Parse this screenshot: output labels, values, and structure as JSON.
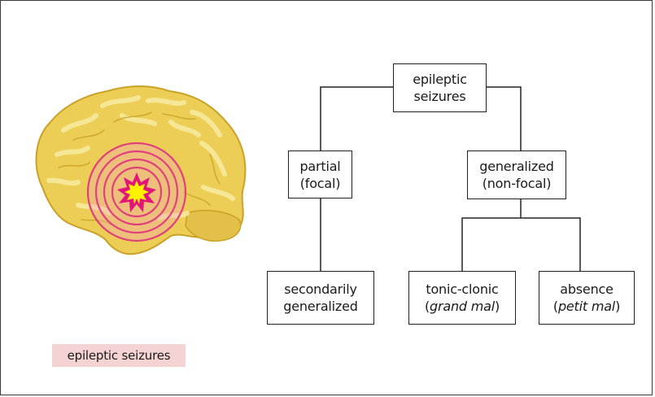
{
  "nodes": {
    "root": {
      "line1": "epileptic",
      "line2": "seizures"
    },
    "partial": {
      "line1": "partial",
      "line2": "(focal)"
    },
    "generalized": {
      "line1": "generalized",
      "line2": "(non-focal)"
    },
    "secondary": {
      "line1": "secondarily",
      "line2": "generalized"
    },
    "tonic_clonic": {
      "line1": "tonic-clonic",
      "paren_open": "(",
      "italic": "grand mal",
      "paren_close": ")"
    },
    "absence": {
      "line1": "absence",
      "paren_open": "(",
      "italic": "petit mal",
      "paren_close": ")"
    }
  },
  "caption": "epileptic seizures",
  "illustration": {
    "subject": "brain-lateral-view",
    "focus_marker": "seizure-focus-starburst",
    "colors": {
      "brain_fill": "#eccd55",
      "brain_shade": "#c9a227",
      "brain_light": "#f7e79a",
      "rings": "#e0407a",
      "ring_fill": "#f3a7c4",
      "starburst_outer": "#e3147a",
      "starburst_inner": "#fff200"
    }
  },
  "colors": {
    "line": "#222222",
    "caption_bg": "#f6d3d3"
  }
}
